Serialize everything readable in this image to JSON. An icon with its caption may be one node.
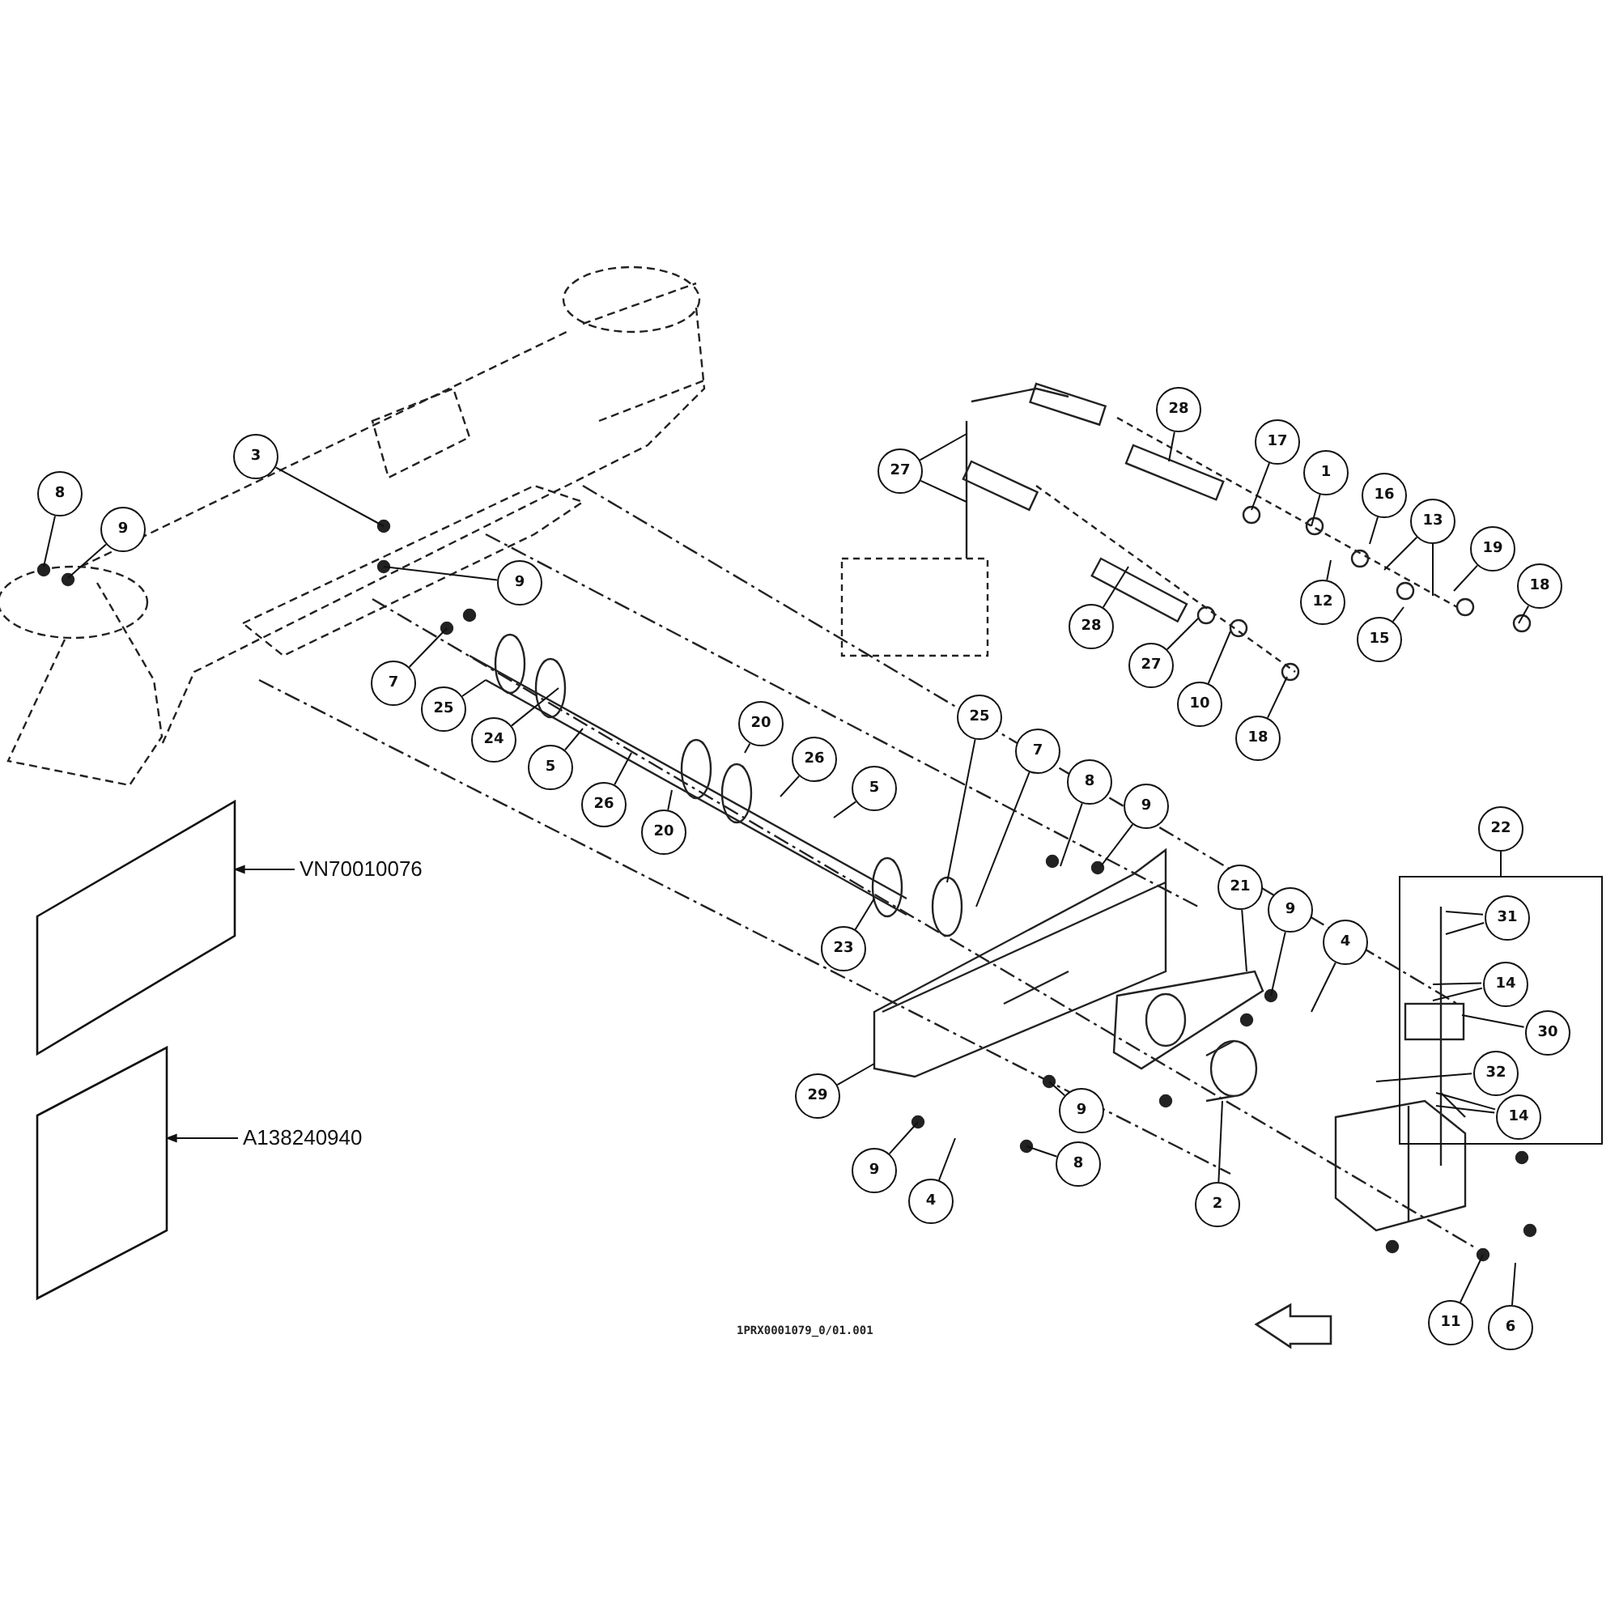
{
  "diagram": {
    "nodes": [
      {
        "text": [
          "28"
        ]
      },
      {
        "text": [
          "17"
        ]
      },
      {
        "text": [
          "1"
        ]
      },
      {
        "text": [
          "3"
        ]
      },
      {
        "text": [
          "27"
        ]
      },
      {
        "text": [
          "8"
        ]
      },
      {
        "text": [
          "16"
        ]
      },
      {
        "text": [
          "13"
        ]
      },
      {
        "text": [
          "9"
        ]
      },
      {
        "text": [
          "19"
        ]
      },
      {
        "text": [
          "9"
        ]
      },
      {
        "text": [
          "18"
        ]
      },
      {
        "text": [
          "12"
        ]
      },
      {
        "text": [
          "28"
        ]
      },
      {
        "text": [
          "15"
        ]
      },
      {
        "text": [
          "27"
        ]
      },
      {
        "text": [
          "7"
        ]
      },
      {
        "text": [
          "10"
        ]
      },
      {
        "text": [
          "25"
        ]
      },
      {
        "text": [
          "25"
        ]
      },
      {
        "text": [
          "20"
        ]
      },
      {
        "text": [
          "18"
        ]
      },
      {
        "text": [
          "24"
        ]
      },
      {
        "text": [
          "7"
        ]
      },
      {
        "text": [
          "26"
        ]
      },
      {
        "text": [
          "5"
        ]
      },
      {
        "text": [
          "8"
        ]
      },
      {
        "text": [
          "5"
        ]
      },
      {
        "text": [
          "26"
        ]
      },
      {
        "text": [
          "9"
        ]
      },
      {
        "text": [
          "22"
        ]
      },
      {
        "text": [
          "20"
        ]
      },
      {
        "text": [],
        "shape": "box"
      },
      {
        "text": [
          "VN70010076"
        ]
      },
      {
        "text": [],
        "shape": "box"
      },
      {
        "text": [
          "31"
        ],
        "in": 34
      },
      {
        "text": [
          "21"
        ]
      },
      {
        "text": [
          "9"
        ]
      },
      {
        "text": [
          "4"
        ]
      },
      {
        "text": [
          "23"
        ]
      },
      {
        "text": [
          "14"
        ],
        "in": 34
      },
      {
        "text": [
          "30"
        ],
        "in": 34
      },
      {
        "text": [],
        "shape": "box"
      },
      {
        "text": [
          "32"
        ],
        "in": 34
      },
      {
        "text": [
          "29"
        ]
      },
      {
        "text": [
          "9"
        ]
      },
      {
        "text": [
          "14"
        ],
        "in": 34
      },
      {
        "text": [
          "A138240940"
        ]
      },
      {
        "text": [
          "8"
        ]
      },
      {
        "text": [
          "9"
        ]
      },
      {
        "text": [
          "4"
        ]
      },
      {
        "text": [
          "2"
        ]
      },
      {
        "text": [
          "11"
        ]
      },
      {
        "text": [
          "6"
        ]
      }
    ],
    "edges": [
      {
        "from": 0,
        "to": null,
        "arrow": "none"
      },
      {
        "from": 1,
        "to": null,
        "arrow": "none"
      },
      {
        "from": 2,
        "to": null,
        "arrow": "none"
      },
      {
        "from": 3,
        "to": null,
        "arrow": "none"
      },
      {
        "from": 4,
        "to": null,
        "arrow": "none"
      },
      {
        "from": 4,
        "to": null,
        "arrow": "none"
      },
      {
        "from": 5,
        "to": null,
        "arrow": "none"
      },
      {
        "from": 6,
        "to": null,
        "arrow": "none"
      },
      {
        "from": 7,
        "to": null,
        "arrow": "none"
      },
      {
        "from": 7,
        "to": null,
        "arrow": "none"
      },
      {
        "from": 8,
        "to": null,
        "arrow": "none"
      },
      {
        "from": 9,
        "to": null,
        "arrow": "none"
      },
      {
        "from": 10,
        "to": null,
        "arrow": "none"
      },
      {
        "from": 11,
        "to": null,
        "arrow": "none"
      },
      {
        "from": 12,
        "to": null,
        "arrow": "none"
      },
      {
        "from": 13,
        "to": null,
        "arrow": "none"
      },
      {
        "from": 14,
        "to": null,
        "arrow": "none"
      },
      {
        "from": 15,
        "to": null,
        "arrow": "none"
      },
      {
        "from": 16,
        "to": null,
        "arrow": "none"
      },
      {
        "from": 17,
        "to": null,
        "arrow": "none"
      },
      {
        "from": 18,
        "to": null,
        "arrow": "none"
      },
      {
        "from": 19,
        "to": null,
        "arrow": "none"
      },
      {
        "from": 20,
        "to": null,
        "arrow": "none"
      },
      {
        "from": 21,
        "to": null,
        "arrow": "none"
      },
      {
        "from": 22,
        "to": null,
        "arrow": "none"
      },
      {
        "from": 23,
        "to": null,
        "arrow": "none"
      },
      {
        "from": 24,
        "to": null,
        "arrow": "none"
      },
      {
        "from": 25,
        "to": null,
        "arrow": "none"
      },
      {
        "from": 26,
        "to": null,
        "arrow": "none"
      },
      {
        "from": 27,
        "to": null,
        "arrow": "none"
      },
      {
        "from": 28,
        "to": null,
        "arrow": "none"
      },
      {
        "from": 29,
        "to": null,
        "arrow": "none"
      },
      {
        "from": 30,
        "to": 34,
        "arrow": "none"
      },
      {
        "from": 31,
        "to": null,
        "arrow": "none"
      },
      {
        "from": 33,
        "to": 32,
        "arrow": "to"
      },
      {
        "from": 35,
        "to": null,
        "arrow": "none"
      },
      {
        "from": 35,
        "to": null,
        "arrow": "none"
      },
      {
        "from": 36,
        "to": null,
        "arrow": "none"
      },
      {
        "from": 37,
        "to": null,
        "arrow": "none"
      },
      {
        "from": 38,
        "to": null,
        "arrow": "none"
      },
      {
        "from": 39,
        "to": null,
        "arrow": "none"
      },
      {
        "from": 40,
        "to": null,
        "arrow": "none"
      },
      {
        "from": 40,
        "to": null,
        "arrow": "none"
      },
      {
        "from": 41,
        "to": null,
        "arrow": "none"
      },
      {
        "from": 43,
        "to": null,
        "arrow": "none"
      },
      {
        "from": 44,
        "to": null,
        "arrow": "none"
      },
      {
        "from": 45,
        "to": null,
        "arrow": "none"
      },
      {
        "from": 46,
        "to": null,
        "arrow": "none"
      },
      {
        "from": 46,
        "to": null,
        "arrow": "none"
      },
      {
        "from": 47,
        "to": 42,
        "arrow": "to"
      },
      {
        "from": 48,
        "to": null,
        "arrow": "none"
      },
      {
        "from": 49,
        "to": null,
        "arrow": "none"
      },
      {
        "from": 50,
        "to": null,
        "arrow": "none"
      },
      {
        "from": 51,
        "to": null,
        "arrow": "none"
      },
      {
        "from": 52,
        "to": null,
        "arrow": "none"
      },
      {
        "from": 53,
        "to": null,
        "arrow": "none"
      }
    ],
    "labels": [
      "1PRX0001079_0/01.001"
    ]
  }
}
